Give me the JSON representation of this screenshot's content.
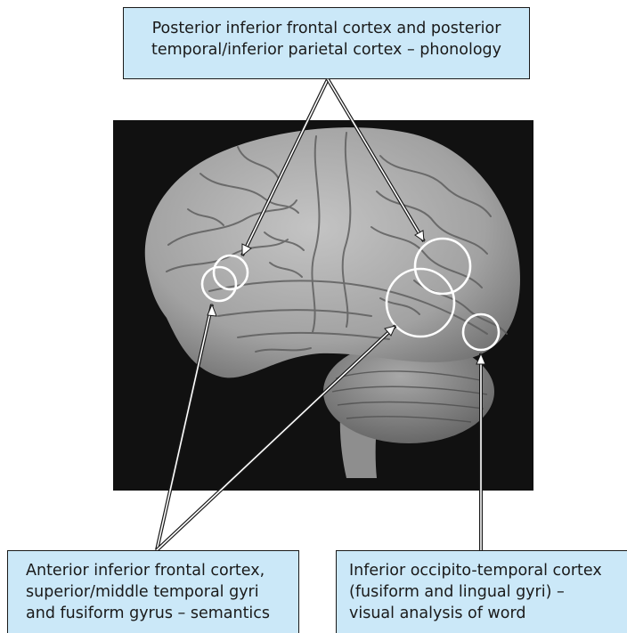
{
  "diagram": {
    "labels": {
      "phonology": {
        "lines": [
          "Posterior inferior frontal cortex and posterior",
          "temporal/inferior parietal cortex – phonology"
        ]
      },
      "semantics": {
        "lines": [
          "Anterior inferior frontal cortex,",
          "superior/middle temporal gyri",
          "and fusiform gyrus – semantics"
        ]
      },
      "visual": {
        "lines": [
          "Inferior occipito-temporal cortex",
          "(fusiform and lingual gyri) –",
          "visual analysis of word"
        ]
      }
    },
    "colors": {
      "label_fill": "#cbe8f8",
      "photo_background": "#111111",
      "brain": "#a9a9a9",
      "circle_stroke": "#ffffff",
      "arrow_stroke": "#1a1a1a"
    },
    "regions": [
      "posterior-inferior-frontal-cortex",
      "anterior-inferior-frontal-cortex",
      "posterior-temporal-inferior-parietal-cortex",
      "superior-middle-temporal-gyri",
      "inferior-occipito-temporal-cortex"
    ]
  }
}
